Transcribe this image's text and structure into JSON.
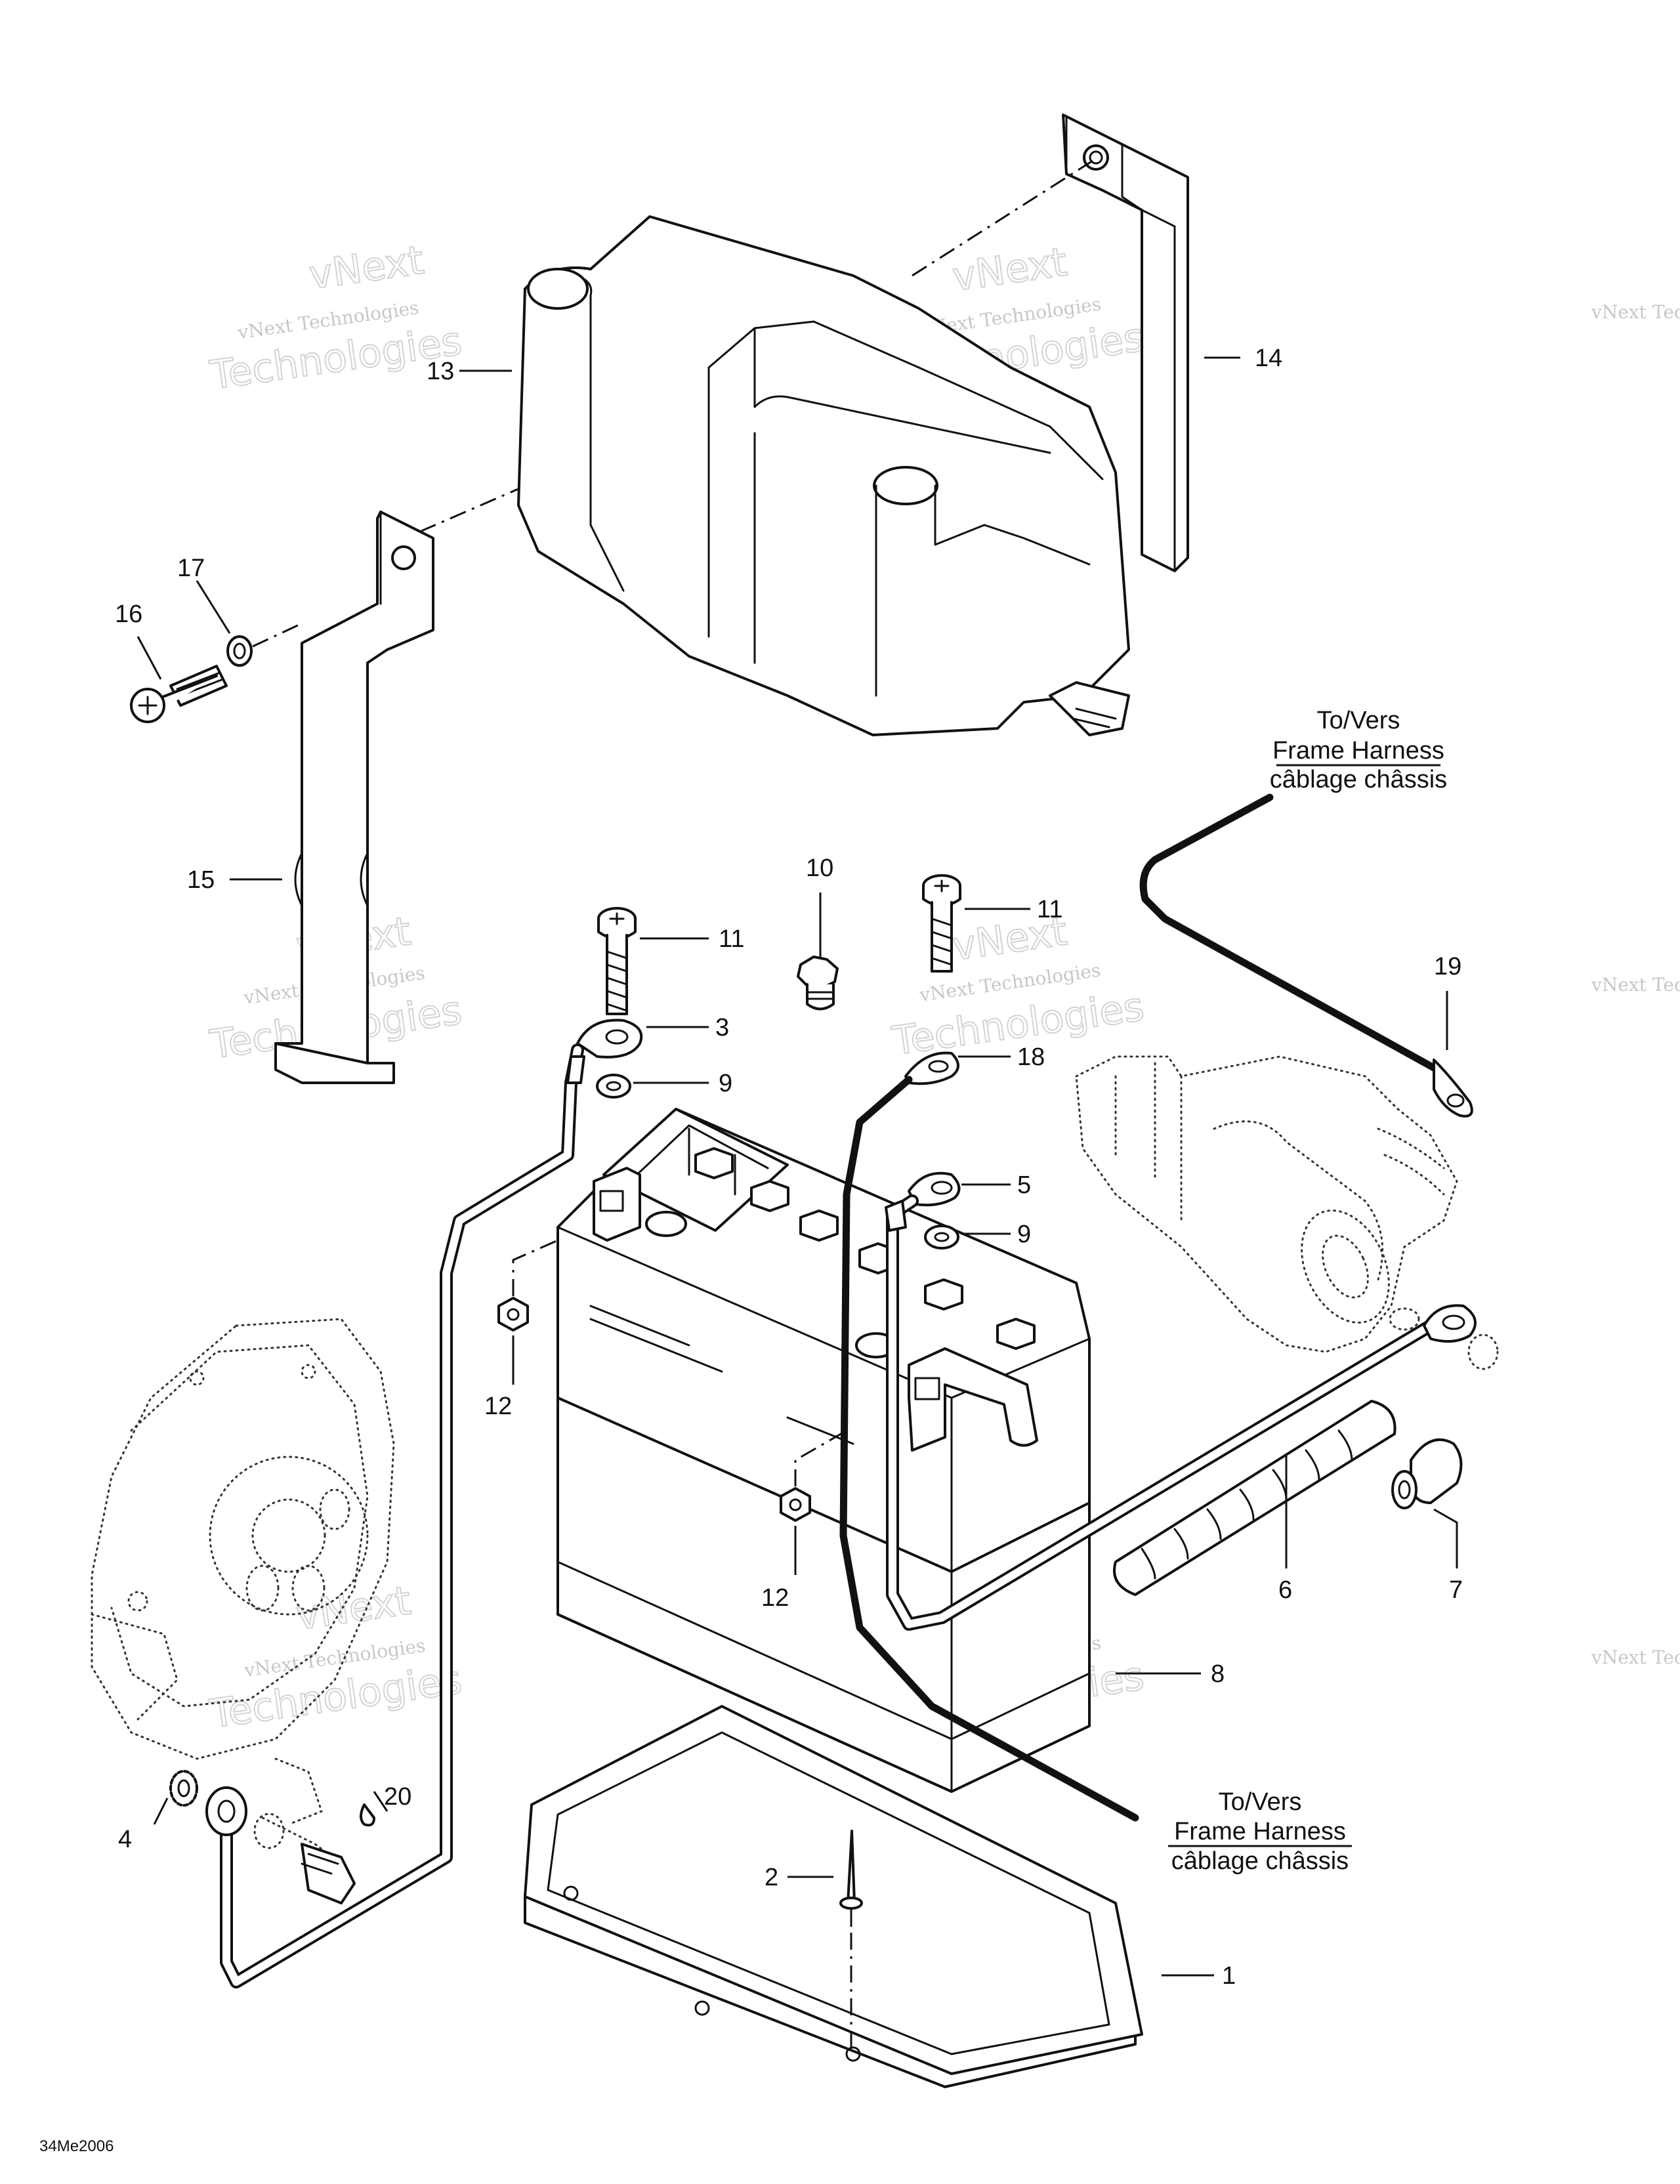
{
  "figure_code": "34Me2006",
  "watermark": {
    "line1": "vNext",
    "line2": "vNext Technologies",
    "line3": "Technologies"
  },
  "callouts": [
    {
      "id": "callout-1",
      "text": "1"
    },
    {
      "id": "callout-2",
      "text": "2"
    },
    {
      "id": "callout-3",
      "text": "3"
    },
    {
      "id": "callout-4",
      "text": "4"
    },
    {
      "id": "callout-5",
      "text": "5"
    },
    {
      "id": "callout-6",
      "text": "6"
    },
    {
      "id": "callout-7",
      "text": "7"
    },
    {
      "id": "callout-8",
      "text": "8"
    },
    {
      "id": "callout-9a",
      "text": "9"
    },
    {
      "id": "callout-9b",
      "text": "9"
    },
    {
      "id": "callout-10",
      "text": "10"
    },
    {
      "id": "callout-11a",
      "text": "11"
    },
    {
      "id": "callout-11b",
      "text": "11"
    },
    {
      "id": "callout-12a",
      "text": "12"
    },
    {
      "id": "callout-12b",
      "text": "12"
    },
    {
      "id": "callout-13",
      "text": "13"
    },
    {
      "id": "callout-14",
      "text": "14"
    },
    {
      "id": "callout-15",
      "text": "15"
    },
    {
      "id": "callout-16",
      "text": "16"
    },
    {
      "id": "callout-17",
      "text": "17"
    },
    {
      "id": "callout-18",
      "text": "18"
    },
    {
      "id": "callout-19",
      "text": "19"
    },
    {
      "id": "callout-20",
      "text": "20"
    }
  ],
  "harness_labels": {
    "upper": {
      "line1": "To/Vers",
      "line2": "Frame Harness",
      "line3": "câblage châssis"
    },
    "lower": {
      "line1": "To/Vers",
      "line2": "Frame Harness",
      "line3": "câblage châssis"
    }
  }
}
